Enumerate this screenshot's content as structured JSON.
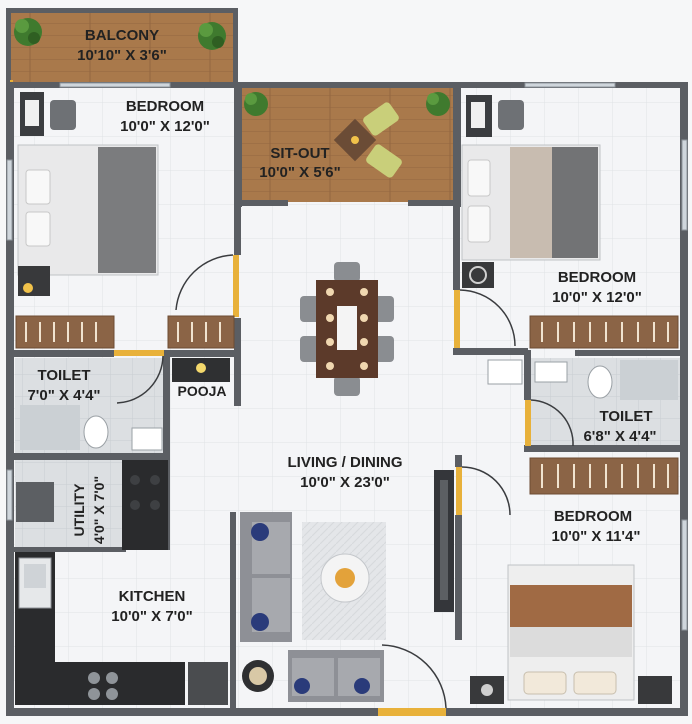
{
  "rooms": {
    "balcony": {
      "name": "BALCONY",
      "size": "10'10\" X 3'6\""
    },
    "bedroom_1": {
      "name": "BEDROOM",
      "size": "10'0\" X 12'0\""
    },
    "sit_out": {
      "name": "SIT-OUT",
      "size": "10'0\" X 5'6\""
    },
    "bedroom_2": {
      "name": "BEDROOM",
      "size": "10'0\" X 12'0\""
    },
    "toilet_1": {
      "name": "TOILET",
      "size": "7'0\" X 4'4\""
    },
    "pooja": {
      "name": "POOJA"
    },
    "toilet_2": {
      "name": "TOILET",
      "size": "6'8\" X 4'4\""
    },
    "living": {
      "name": "LIVING / DINING",
      "size": "10'0\" X 23'0\""
    },
    "utility": {
      "name": "UTILITY",
      "size": "4'0\" X 7'0\""
    },
    "bedroom_3": {
      "name": "BEDROOM",
      "size": "10'0\" X 11'4\""
    },
    "kitchen": {
      "name": "KITCHEN",
      "size": "10'0\" X 7'0\""
    }
  },
  "colors": {
    "wall": "#5b5e63",
    "floor": "#f2f3f5",
    "wood_deck": "#a8784a",
    "wardrobe": "#8b6446",
    "door_frame": "#e8b13a",
    "wet_floor": "#d9dcdf"
  }
}
